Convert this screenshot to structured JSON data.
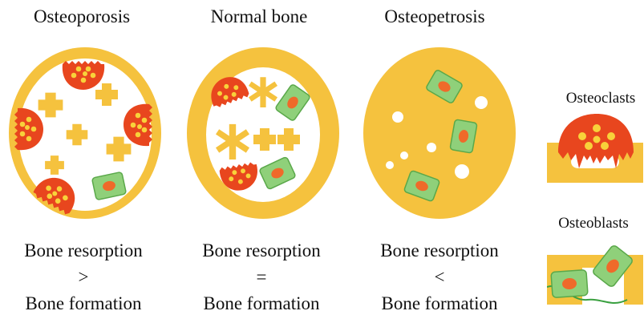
{
  "panels": [
    {
      "title": "Osteoporosis",
      "line1": "Bone resorption",
      "relation": ">",
      "line2": "Bone formation"
    },
    {
      "title": "Normal bone",
      "line1": "Bone resorption",
      "relation": "=",
      "line2": "Bone formation"
    },
    {
      "title": "Osteopetrosis",
      "line1": "Bone resorption",
      "relation": "<",
      "line2": "Bone formation"
    }
  ],
  "legend": {
    "osteoclasts_label": "Osteoclasts",
    "osteoblasts_label": "Osteoblasts"
  },
  "colors": {
    "bone": "#f5c23e",
    "osteoclast": "#e8461e",
    "osteoclast_nucleus": "#f8d23a",
    "osteoblast": "#8fd07a",
    "osteoblast_nucleus": "#ef6a2a",
    "marrow": "#ffffff"
  }
}
